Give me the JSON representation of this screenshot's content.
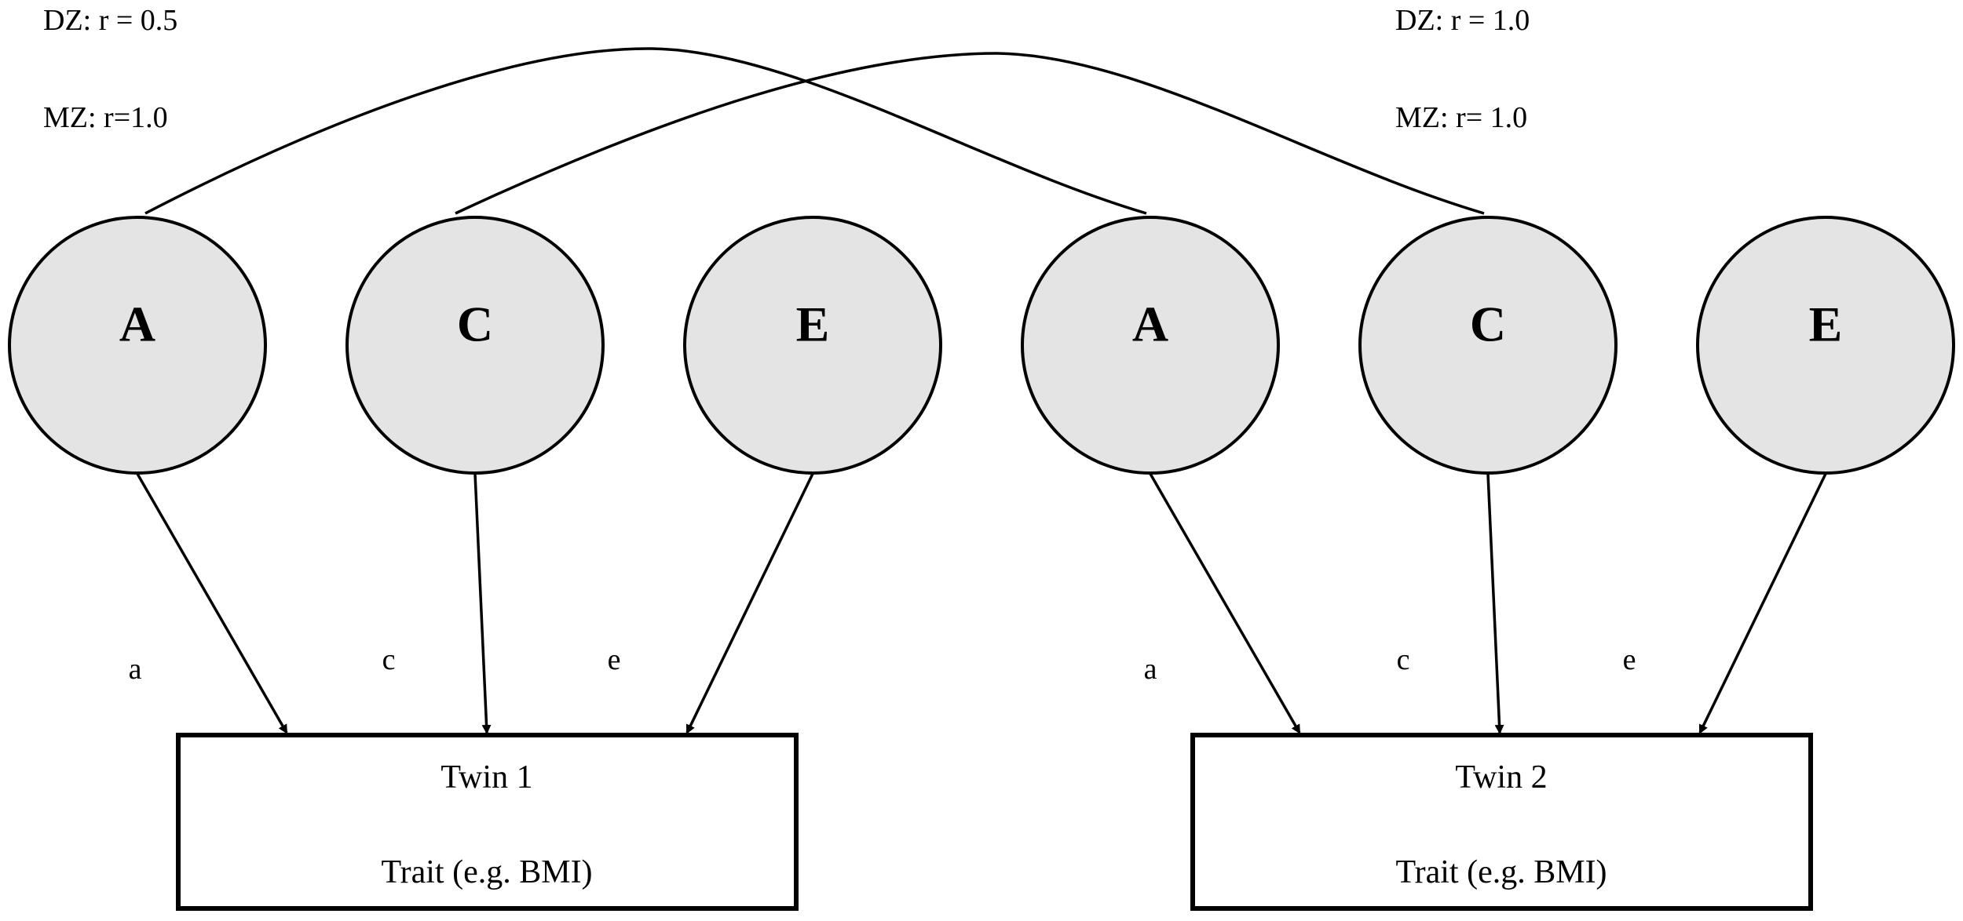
{
  "colors": {
    "node_fill": "#e4e4e4",
    "stroke": "#000000",
    "background": "#ffffff"
  },
  "correlations": {
    "A": {
      "dz": "DZ: r = 0.5",
      "mz": "MZ: r=1.0"
    },
    "C": {
      "dz": "DZ: r = 1.0",
      "mz": "MZ: r= 1.0"
    }
  },
  "twin1": {
    "nodes": [
      "A",
      "C",
      "E"
    ],
    "paths": [
      "a",
      "c",
      "e"
    ],
    "box_title": "Twin 1",
    "box_subtitle": "Trait (e.g. BMI)"
  },
  "twin2": {
    "nodes": [
      "A",
      "C",
      "E"
    ],
    "paths": [
      "a",
      "c",
      "e"
    ],
    "box_title": "Twin 2",
    "box_subtitle": "Trait (e.g. BMI)"
  }
}
